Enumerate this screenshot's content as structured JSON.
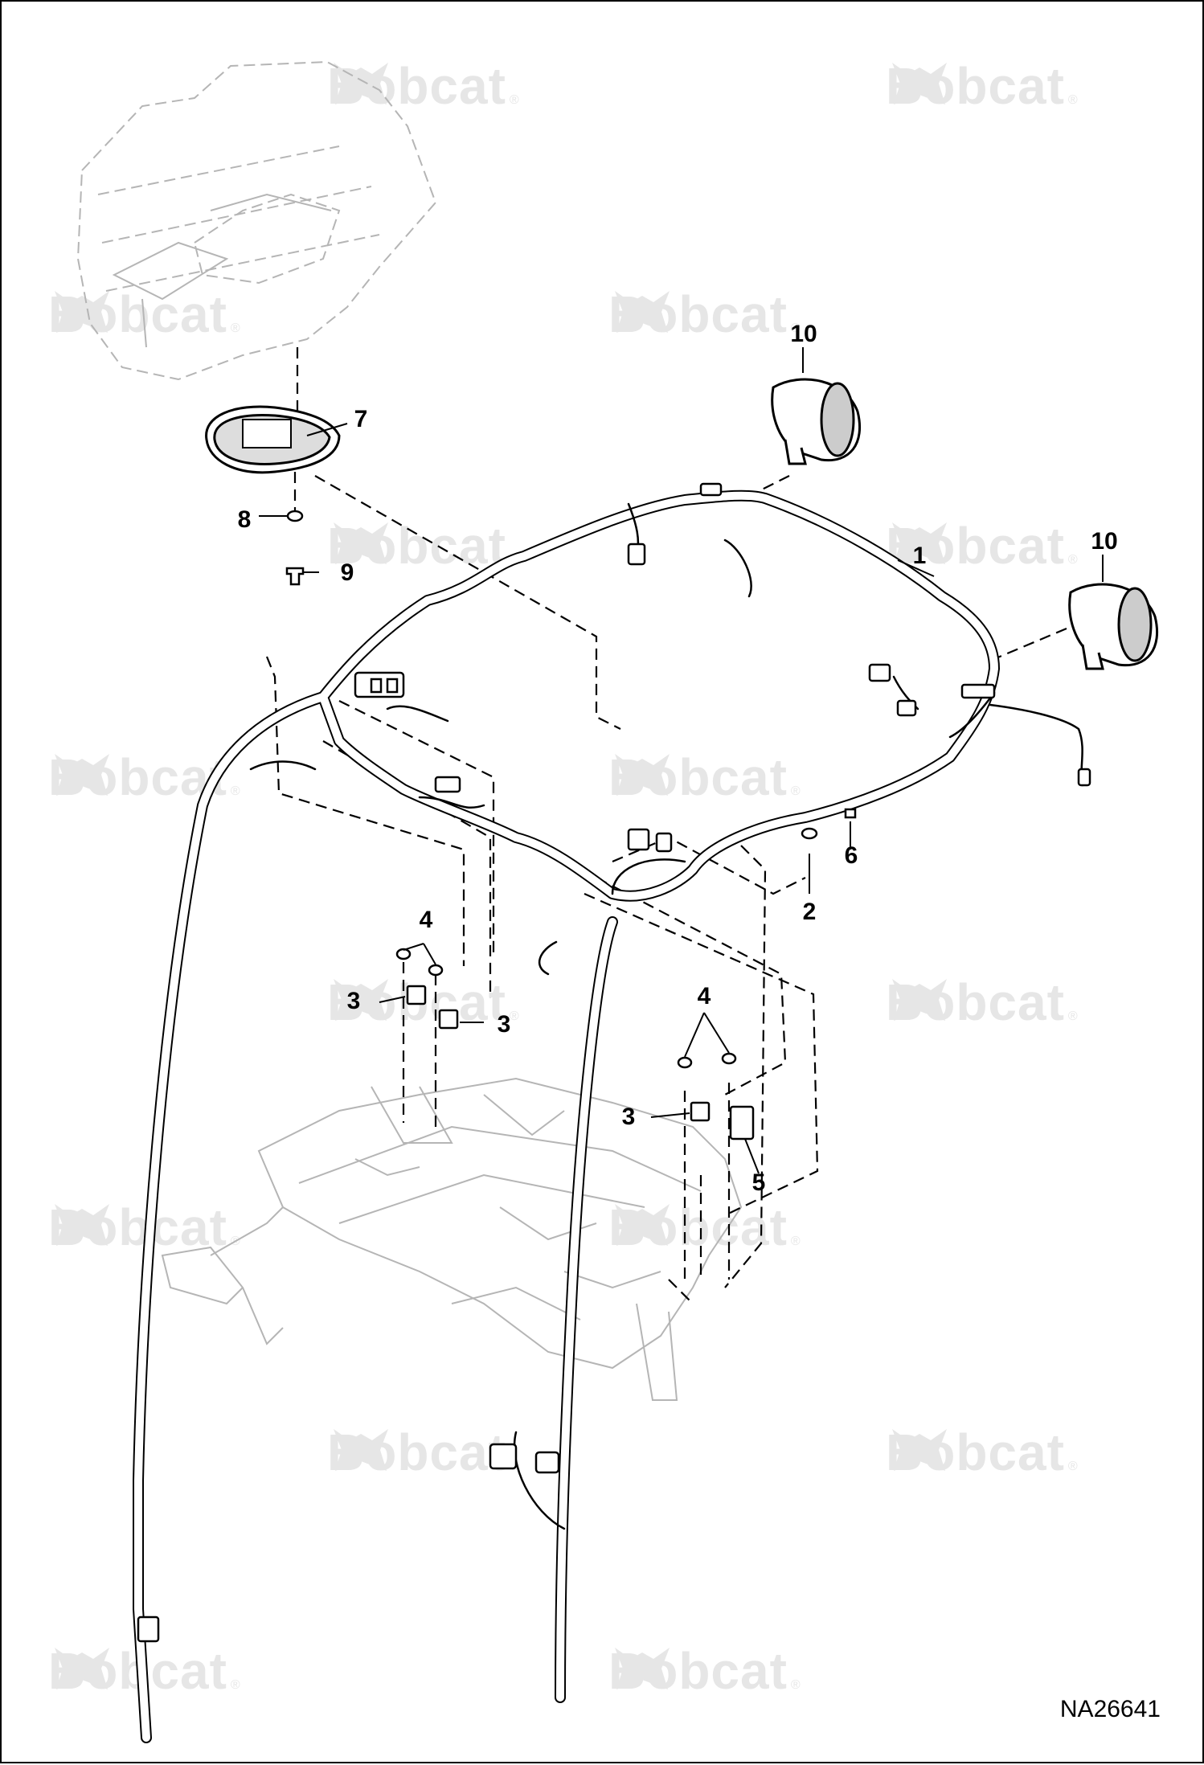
{
  "figure_id": "NA26641",
  "watermark": {
    "text": "Bobcat",
    "mark": "®"
  },
  "callouts": [
    "1",
    "2",
    "3",
    "4",
    "5",
    "6",
    "7",
    "8",
    "9",
    "10"
  ],
  "colors": {
    "line": "#000000",
    "faint": "#b5b5b5",
    "watermark": "#e6e6e6"
  }
}
